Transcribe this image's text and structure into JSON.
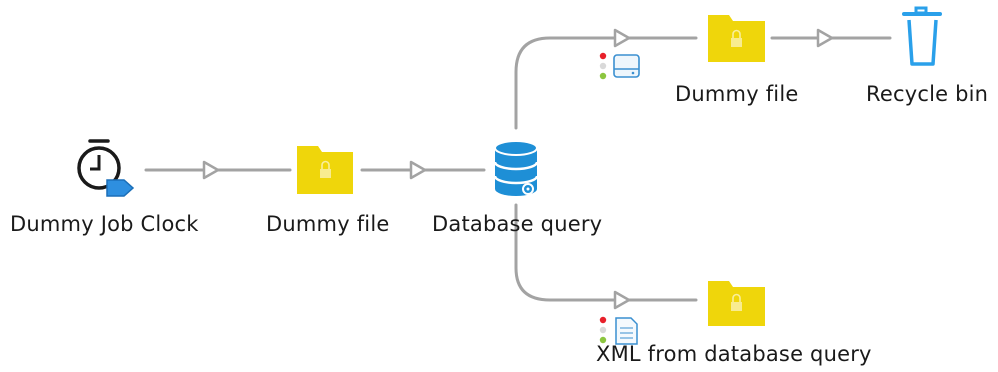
{
  "nodes": {
    "clock": {
      "label": "Dummy Job Clock",
      "icon": "clock-job-icon"
    },
    "dummy_file_1": {
      "label": "Dummy file",
      "icon": "locked-folder-icon"
    },
    "database_query": {
      "label": "Database query",
      "icon": "database-icon"
    },
    "dummy_file_2": {
      "label": "Dummy file",
      "icon": "locked-folder-icon"
    },
    "recycle_bin": {
      "label": "Recycle bin",
      "icon": "trash-icon"
    },
    "xml_folder": {
      "label": "XML from database query",
      "icon": "locked-folder-icon"
    }
  },
  "edge_badges": {
    "top_branch": {
      "icon": "drive-status-icon"
    },
    "bottom_branch": {
      "icon": "document-status-icon"
    }
  },
  "colors": {
    "connector": "#a3a3a3",
    "folder": "#efd60b",
    "database": "#1e8fd6",
    "trash": "#2aa0ea",
    "status_red": "#e8202a",
    "status_green": "#8cc63f"
  }
}
